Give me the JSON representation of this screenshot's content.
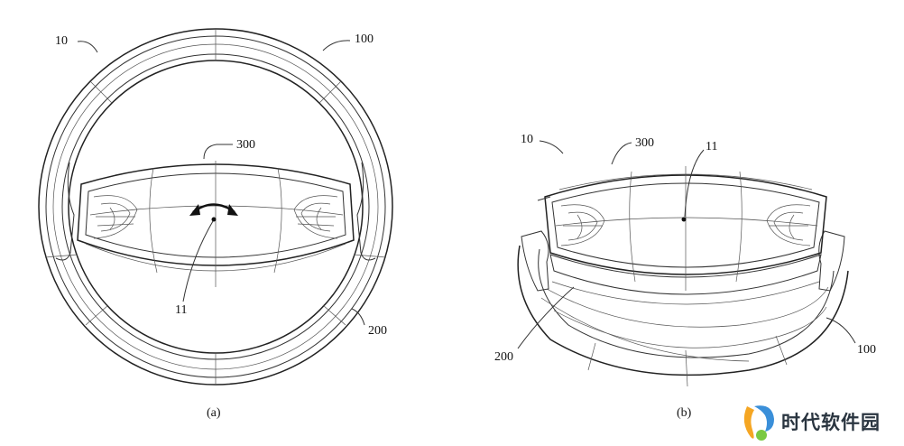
{
  "figure_a": {
    "caption": "(a)",
    "labels": {
      "ref_10": "10",
      "ref_100": "100",
      "ref_300": "300",
      "ref_11": "11",
      "ref_200": "200"
    }
  },
  "figure_b": {
    "caption": "(b)",
    "labels": {
      "ref_10": "10",
      "ref_300": "300",
      "ref_11": "11",
      "ref_200": "200",
      "ref_100": "100"
    }
  },
  "watermark": {
    "text": "时代软件园",
    "logo_colors": [
      "#f5a623",
      "#3a8fd9",
      "#7ac943"
    ]
  }
}
